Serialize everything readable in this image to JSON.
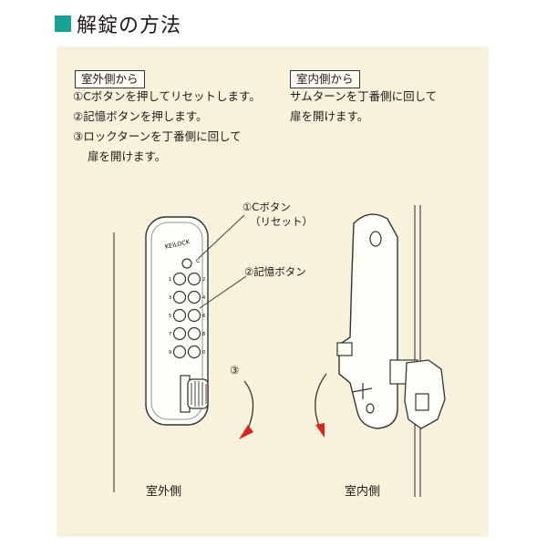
{
  "header": {
    "title": "解錠の方法"
  },
  "outside": {
    "tag": "室外側から",
    "steps": [
      "①Cボタンを押してリセットします。",
      "②記憶ボタンを押します。",
      "③ロックターンを丁番側に回して",
      "扉を開けます。"
    ]
  },
  "inside": {
    "tag": "室内側から",
    "steps": [
      "サムターンを丁番側に回して",
      "扉を開けます。"
    ]
  },
  "callouts": {
    "c_button": "①Cボタン",
    "reset": "（リセット）",
    "memory_button": "②記憶ボタン",
    "step3": "③"
  },
  "device": {
    "brand": "KEILOCK",
    "key_labels": [
      "1",
      "2",
      "3",
      "4",
      "5",
      "6",
      "7",
      "8",
      "9",
      "0"
    ],
    "c_label": "C"
  },
  "labels": {
    "outside": "室外側",
    "inside": "室内側"
  },
  "colors": {
    "accent": "#1aa196",
    "panel": "#f8f1dc",
    "arrow": "#d9241b"
  }
}
